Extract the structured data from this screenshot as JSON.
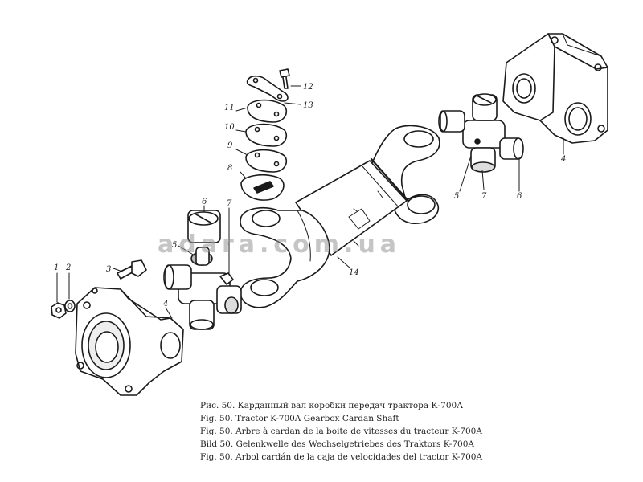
{
  "watermark": "adara.com.ua",
  "callouts": {
    "n1": "1",
    "n2": "2",
    "n3": "3",
    "n4_left": "4",
    "n4_right": "4",
    "n5_left": "5",
    "n5_right": "5",
    "n6_left": "6",
    "n6_right": "6",
    "n7_left": "7",
    "n7_right": "7",
    "n8": "8",
    "n9": "9",
    "n10": "10",
    "n11": "11",
    "n12": "12",
    "n13": "13",
    "n14": "14"
  },
  "captions": [
    "Рис. 50. Карданный вал коробки передач трактора К-700А",
    "Fig. 50. Tractor K-700A Gearbox Cardan Shaft",
    "Fig. 50. Arbre à cardan de la boite de vitesses du tracteur K-700A",
    "Bild 50. Gelenkwelle des Wechselgetriebes des Traktors K-700A",
    "Fig. 50. Arbol cardán de la caja de velocidades del tractor K-700A"
  ]
}
